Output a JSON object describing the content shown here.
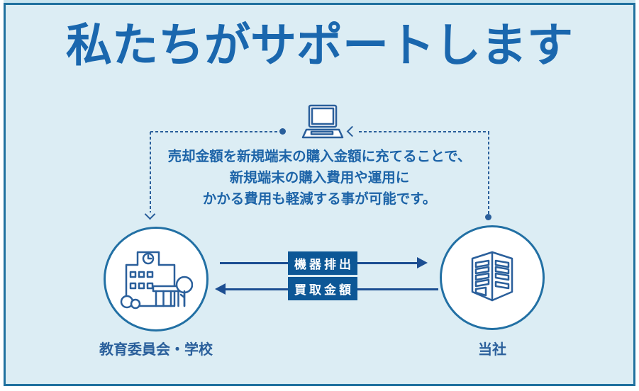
{
  "title": "私たちがサポートします",
  "description": {
    "lines": [
      "売却金額を新規端末の購入金額に充てることで、",
      "新規端末の購入費用や運用に",
      "かかる費用も軽減する事が可能です。"
    ]
  },
  "entities": {
    "school": {
      "label": "教育委員会・学校",
      "icon": "school-building-icon"
    },
    "company": {
      "label": "当社",
      "icon": "office-building-icon"
    }
  },
  "flows": {
    "equipment": {
      "label": "機器排出",
      "direction": "school-to-company"
    },
    "payment": {
      "label": "買取金額",
      "direction": "company-to-school"
    }
  },
  "icons": {
    "center": "laptop-icon"
  },
  "colors": {
    "background": "#dcedf4",
    "frame_border": "#20719f",
    "top_strip": "#c8e4ef",
    "title_text": "#1a67ae",
    "body_text": "#1d64a8",
    "line_navy": "#2a5f9b",
    "arrow_navy": "#1c4e92",
    "badge_bg": "#0d5796",
    "badge_text": "#ffffff",
    "circle_border": "#2270a4",
    "circle_bg": "#ffffff"
  }
}
